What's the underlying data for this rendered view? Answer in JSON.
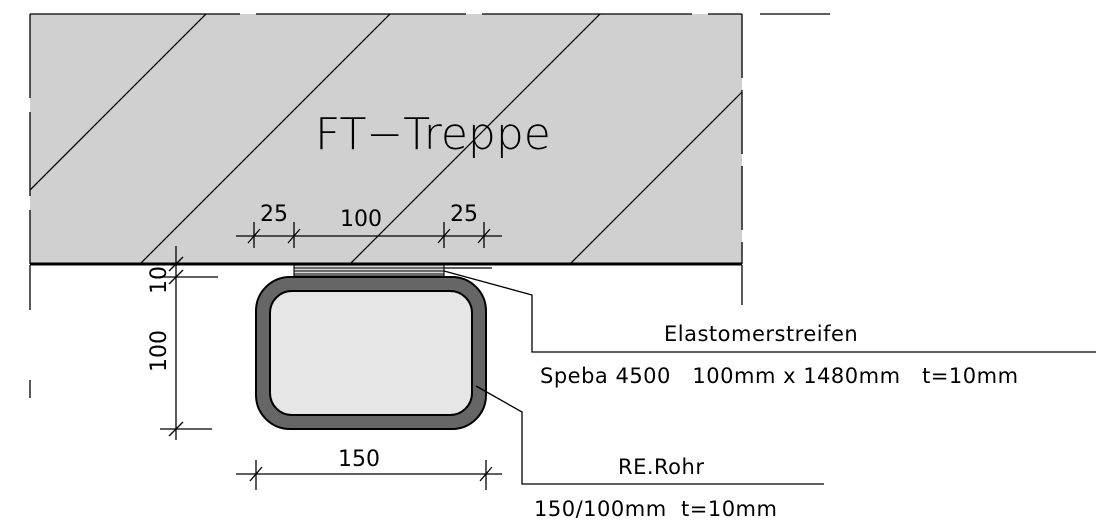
{
  "title": "FT−Treppe",
  "dimensions": {
    "gap_left": "25",
    "strip_width": "100",
    "gap_right": "25",
    "strip_thickness": "10",
    "tube_height": "100",
    "tube_width": "150"
  },
  "callouts": {
    "strip_name": "Elastomerstreifen",
    "strip_spec": "Speba 4500   100mm x 1480mm   t=10mm",
    "tube_name": "RE.Rohr",
    "tube_spec": "150/100mm  t=10mm"
  },
  "colors": {
    "concrete": "#d0d0d0",
    "tube_wall": "#666666",
    "tube_inner": "#e6e6e6",
    "line": "#000000"
  }
}
